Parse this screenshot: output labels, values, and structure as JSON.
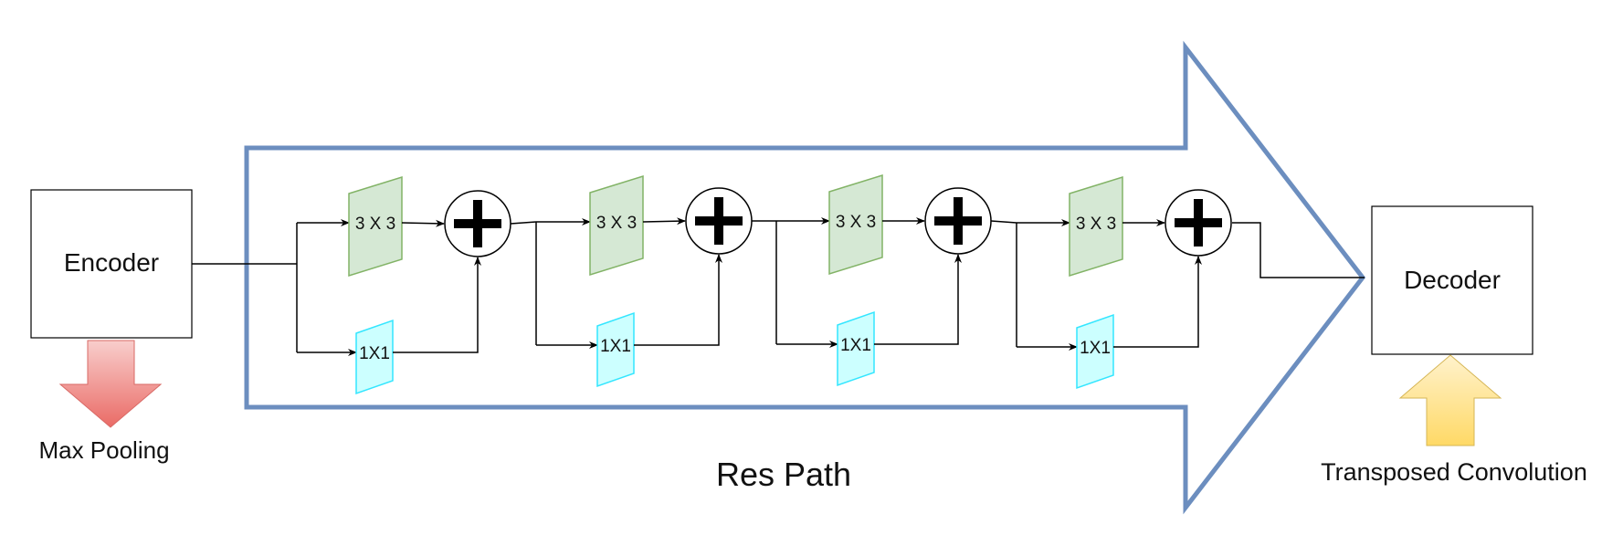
{
  "diagram": {
    "encoder_label": "Encoder",
    "decoder_label": "Decoder",
    "max_pooling_label": "Max Pooling",
    "transposed_conv_label": "Transposed Convolution",
    "res_path_label": "Res Path",
    "blocks": [
      {
        "conv_main": "3 X 3",
        "conv_shortcut": "1X1"
      },
      {
        "conv_main": "3 X 3",
        "conv_shortcut": "1X1"
      },
      {
        "conv_main": "3 X 3",
        "conv_shortcut": "1X1"
      },
      {
        "conv_main": "3 X 3",
        "conv_shortcut": "1X1"
      }
    ],
    "colors": {
      "res_path_outline": "#6c8ebf",
      "conv3_fill": "#d5e8d4",
      "conv3_stroke": "#82b366",
      "conv1_fill": "#ccffff",
      "conv1_stroke": "#33e6ff",
      "max_pool_arrow": "#ea6b66",
      "transposed_arrow": "#ffd966"
    }
  }
}
